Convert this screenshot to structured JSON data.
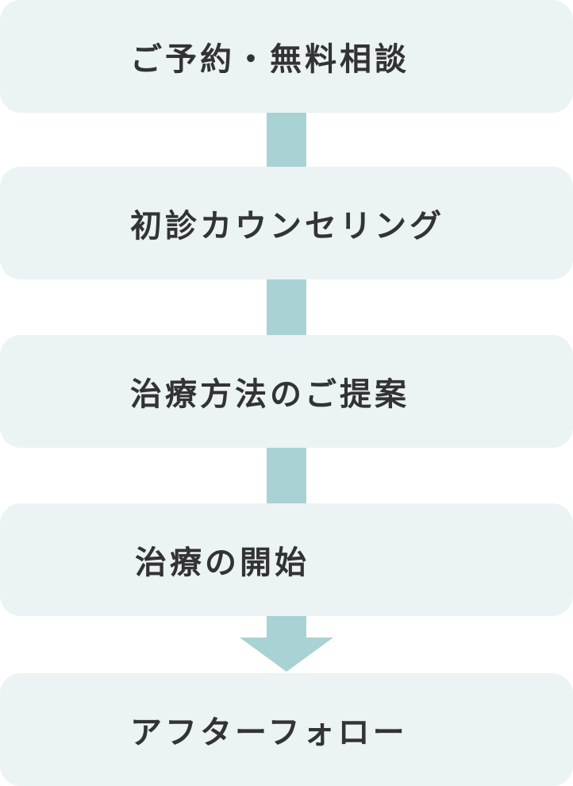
{
  "flow": {
    "steps": [
      {
        "label": "ご予約・無料相談"
      },
      {
        "label": "初診カウンセリング"
      },
      {
        "label": "治療方法のご提案"
      },
      {
        "label": "治療の開始"
      },
      {
        "label": "アフターフォロー"
      }
    ],
    "colors": {
      "box_background": "#ebf3f4",
      "connector": "#a8d2d4",
      "text": "#333333"
    }
  }
}
